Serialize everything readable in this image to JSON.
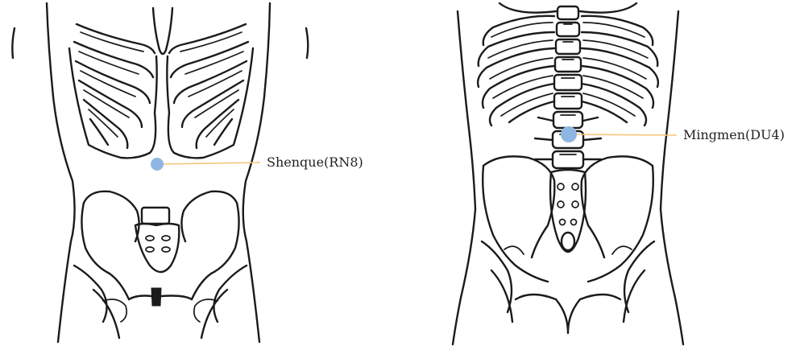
{
  "points": [
    {
      "label": "Shenque(RN8)",
      "view": "front"
    },
    {
      "label": "Mingmen(DU4)",
      "view": "back"
    }
  ],
  "colors": {
    "point": "#8fb6e3",
    "leader": "#f5c57b",
    "ink": "#1b1b1b"
  }
}
